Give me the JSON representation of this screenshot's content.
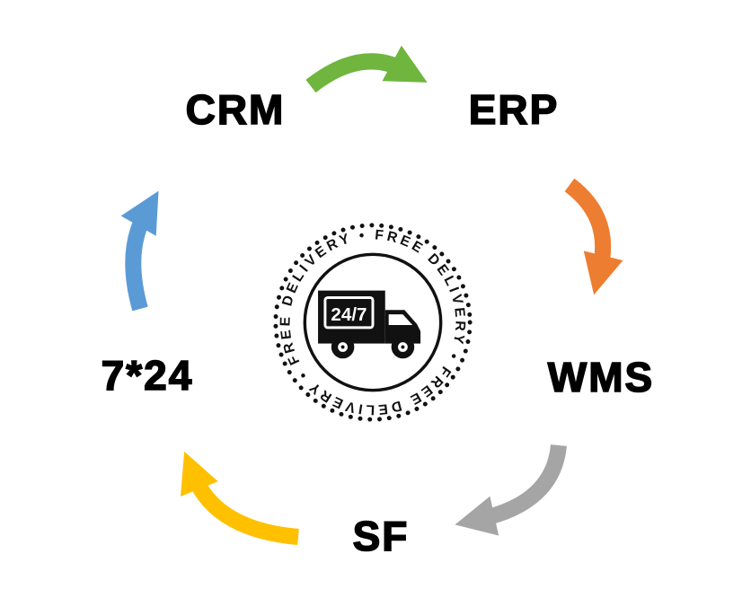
{
  "diagram": {
    "nodes": {
      "crm": "CRM",
      "erp": "ERP",
      "wms": "WMS",
      "sf": "SF",
      "support": "7*24"
    },
    "arrows": {
      "crm_to_erp": {
        "from": "CRM",
        "to": "ERP",
        "color": "#6FB53E"
      },
      "erp_to_wms": {
        "from": "ERP",
        "to": "WMS",
        "color": "#ED7D31"
      },
      "wms_to_sf": {
        "from": "WMS",
        "to": "SF",
        "color": "#A5A5A5"
      },
      "sf_to_support": {
        "from": "SF",
        "to": "7*24",
        "color": "#FFC000"
      },
      "support_to_crm": {
        "from": "7*24",
        "to": "CRM",
        "color": "#5B9BD5"
      }
    },
    "badge": {
      "ring_text": "FREE DELIVERY • FREE DELIVERY • FREE DELIVERY •",
      "truck_label": "24/7",
      "ink_color": "#111111"
    }
  }
}
